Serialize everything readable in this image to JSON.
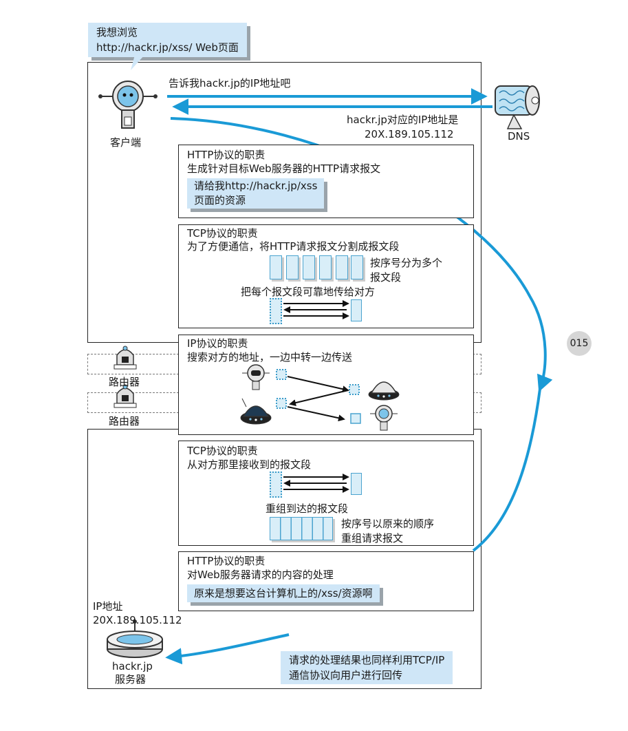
{
  "callout_top": {
    "line1": "我想浏览",
    "line2": "http://hackr.jp/xss/ Web页面"
  },
  "client": {
    "label": "客户端",
    "ask": "告诉我hackr.jp的IP地址吧"
  },
  "dns": {
    "label": "DNS",
    "reply1": "hackr.jp对应的IP地址是",
    "reply2": "20X.189.105.112"
  },
  "http_send": {
    "title": "HTTP协议的职责",
    "desc": "生成针对目标Web服务器的HTTP请求报文",
    "box1": "请给我http://hackr.jp/xss",
    "box2": "页面的资源"
  },
  "tcp_send": {
    "title": "TCP协议的职责",
    "desc": "为了方便通信，将HTTP请求报文分割成报文段",
    "note1": "按序号分为多个",
    "note2": "报文段",
    "reliable": "把每个报文段可靠地传给对方"
  },
  "ip": {
    "title": "IP协议的职责",
    "desc": "搜索对方的地址，一边中转一边传送"
  },
  "routers": [
    "路由器",
    "路由器"
  ],
  "page_number": "015",
  "tcp_recv": {
    "title": "TCP协议的职责",
    "desc": "从对方那里接收到的报文段",
    "reassembled": "重组到达的报文段",
    "note1": "按序号以原来的顺序",
    "note2": "重组请求报文"
  },
  "http_recv": {
    "title": "HTTP协议的职责",
    "desc": "对Web服务器请求的内容的处理",
    "box": "原来是想要这台计算机上的/xss/资源啊"
  },
  "server": {
    "ip_label": "IP地址",
    "ip": "20X.189.105.112",
    "name1": "hackr.jp",
    "name2": "服务器"
  },
  "callout_bottom": {
    "line1": "请求的处理结果也同样利用TCP/IP",
    "line2": "通信协议向用户进行回传"
  },
  "colors": {
    "arrow": "#1a9ad6",
    "callout": "#cfe6f7",
    "segment": "#d9eef8"
  }
}
